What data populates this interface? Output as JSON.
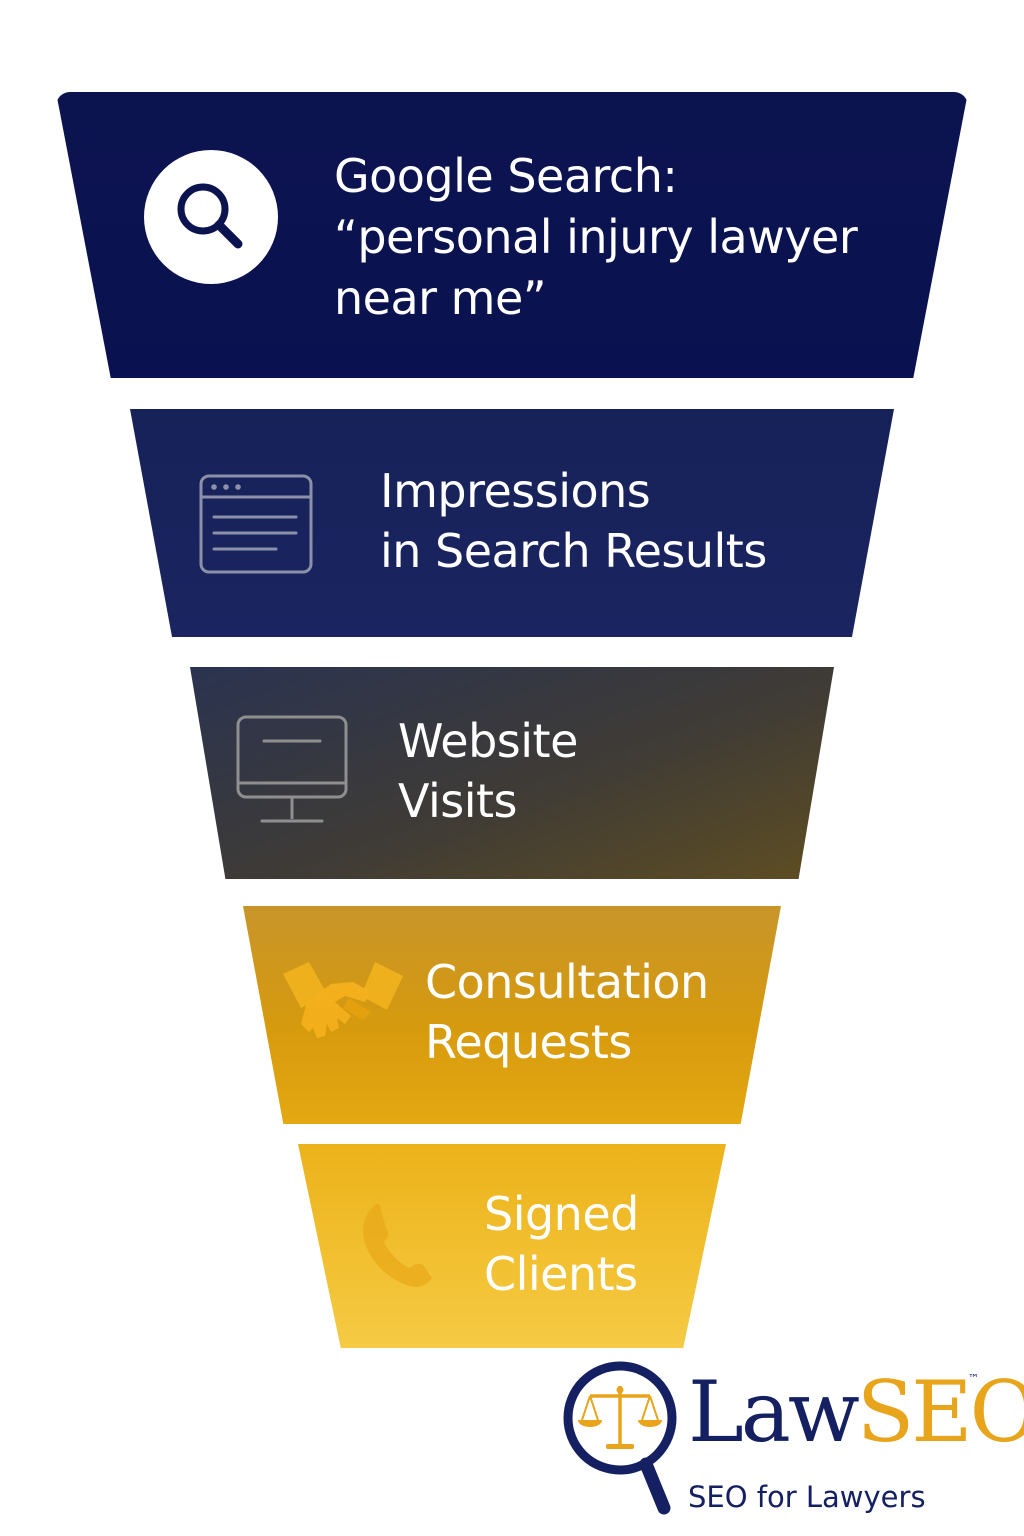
{
  "funnel": {
    "stages": [
      {
        "icon": "search-icon",
        "lines": [
          "Google Search:",
          "“personal injury lawyer",
          "near me”"
        ]
      },
      {
        "icon": "browser-window-icon",
        "lines": [
          "Impressions",
          "in Search Results"
        ]
      },
      {
        "icon": "monitor-icon",
        "lines": [
          "Website",
          "Visits"
        ]
      },
      {
        "icon": "handshake-icon",
        "lines": [
          "Consultation",
          "Requests"
        ]
      },
      {
        "icon": "phone-icon",
        "lines": [
          "Signed",
          "Clients"
        ]
      }
    ]
  },
  "brand": {
    "name_part1": "Law",
    "name_part2": "SEO",
    "trademark": "™",
    "tagline": "SEO for Lawyers",
    "logo_icon": "magnifier-scales-icon"
  },
  "colors": {
    "navy": "#0c1450",
    "gold": "#e8a41a",
    "white": "#ffffff"
  }
}
